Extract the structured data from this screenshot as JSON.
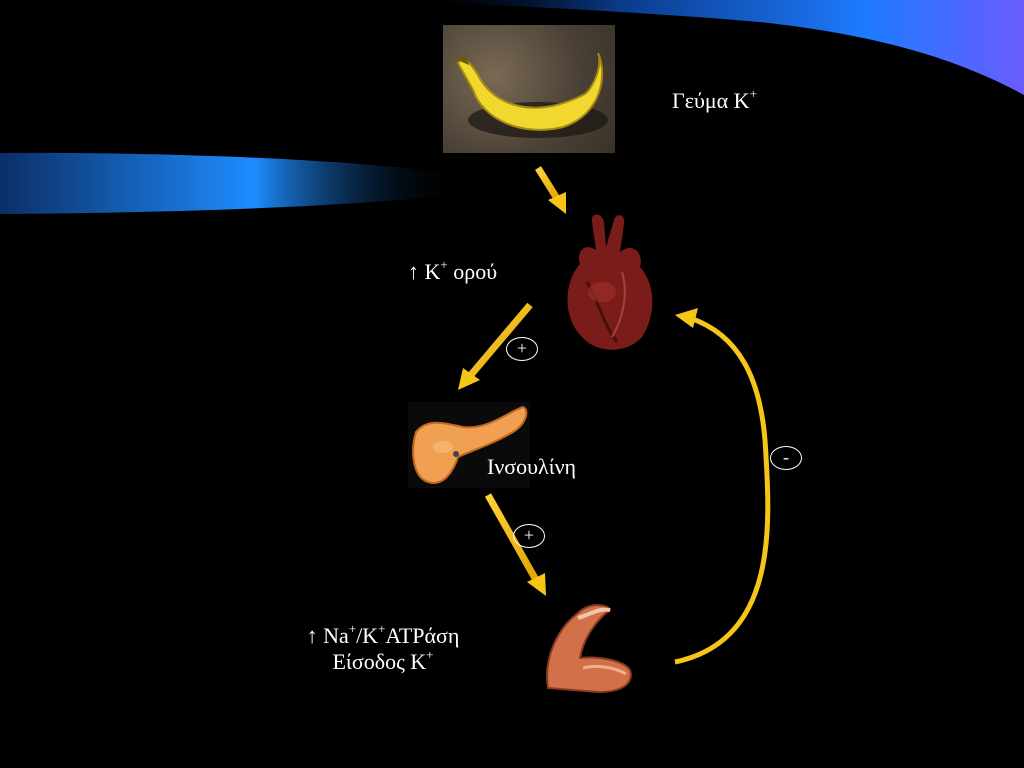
{
  "labels": {
    "meal_prefix": "Γεύμα K",
    "meal_sup": "+",
    "serum_prefix": "↑ K",
    "serum_sup": "+",
    "serum_suffix": " ορού",
    "insulin": "Ινσουλίνη",
    "atpase_line1_a": "↑ Na",
    "atpase_line1_b": "/K",
    "atpase_line1_c": "ATPάση",
    "atpase_sup": "+",
    "entry_prefix": "Είσοδος K",
    "entry_sup": "+"
  },
  "signs": {
    "heart_to_pancreas": "+",
    "pancreas_to_muscle": "+",
    "feedback": "-"
  },
  "images": {
    "banana": "banana-image",
    "heart": "heart-image",
    "pancreas": "pancreas-image",
    "muscle": "muscle-image"
  },
  "colors": {
    "background": "#000000",
    "arrow": "#f5c518",
    "accent_blue": "#1e90ff"
  }
}
